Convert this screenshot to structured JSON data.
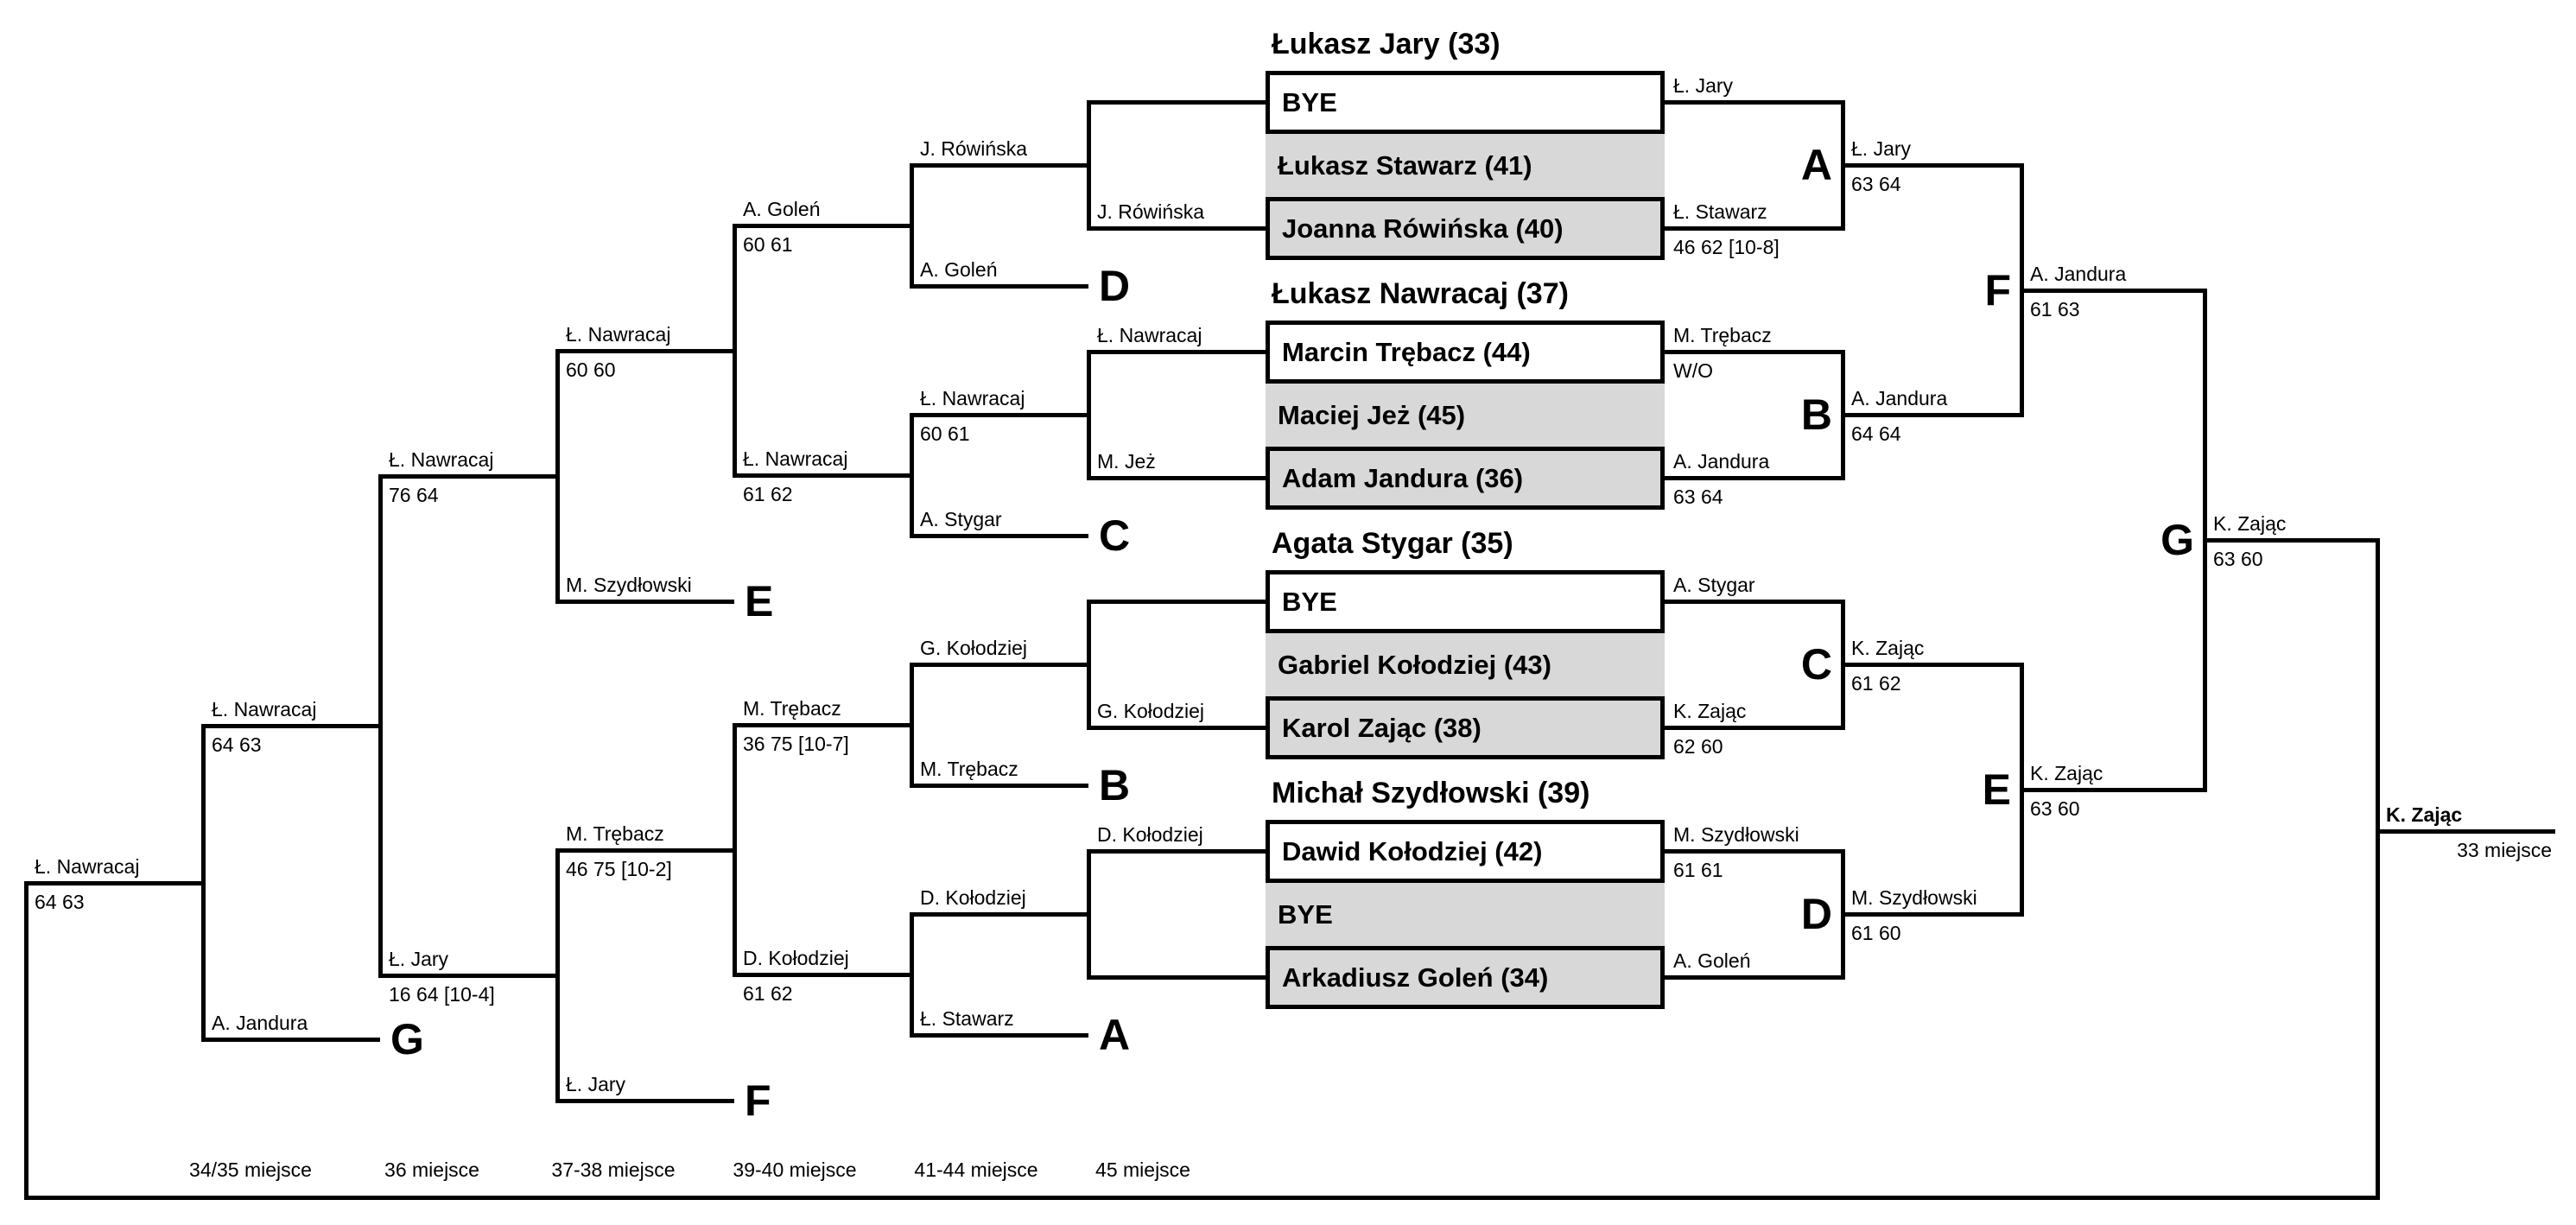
{
  "colors": {
    "line": "#000000",
    "box_gray": "#d8d8d8",
    "box_white": "#ffffff"
  },
  "groups": [
    {
      "header": "Łukasz Jary (33)",
      "rows": [
        {
          "text": "BYE",
          "gray": false,
          "bordered": true
        },
        {
          "text": "Łukasz Stawarz (41)",
          "gray": true,
          "bordered": false
        },
        {
          "text": "Joanna Rówińska (40)",
          "gray": true,
          "bordered": true
        }
      ]
    },
    {
      "header": "Łukasz Nawracaj (37)",
      "rows": [
        {
          "text": "Marcin Trębacz (44)",
          "gray": false,
          "bordered": true
        },
        {
          "text": "Maciej Jeż (45)",
          "gray": true,
          "bordered": false
        },
        {
          "text": "Adam Jandura (36)",
          "gray": true,
          "bordered": true
        }
      ]
    },
    {
      "header": "Agata Stygar (35)",
      "rows": [
        {
          "text": "BYE",
          "gray": false,
          "bordered": true
        },
        {
          "text": "Gabriel Kołodziej (43)",
          "gray": true,
          "bordered": false
        },
        {
          "text": "Karol Zając (38)",
          "gray": true,
          "bordered": true
        }
      ]
    },
    {
      "header": "Michał Szydłowski (39)",
      "rows": [
        {
          "text": "Dawid Kołodziej (42)",
          "gray": false,
          "bordered": true
        },
        {
          "text": "BYE",
          "gray": true,
          "bordered": false
        },
        {
          "text": "Arkadiusz Goleń (34)",
          "gray": true,
          "bordered": true
        }
      ]
    }
  ],
  "main_r1": [
    {
      "name": "Ł. Jary",
      "score": ""
    },
    {
      "name": "Ł. Stawarz",
      "score": "46 62 [10-8]"
    },
    {
      "name": "M. Trębacz",
      "score": "W/O"
    },
    {
      "name": "A. Jandura",
      "score": "63 64"
    },
    {
      "name": "A. Stygar",
      "score": ""
    },
    {
      "name": "K. Zając",
      "score": "62 60"
    },
    {
      "name": "M. Szydłowski",
      "score": "61 61"
    },
    {
      "name": "A. Goleń",
      "score": ""
    }
  ],
  "main_qf": [
    {
      "letter": "A",
      "name": "Ł. Jary",
      "score": "63 64"
    },
    {
      "letter": "B",
      "name": "A. Jandura",
      "score": "64 64"
    },
    {
      "letter": "C",
      "name": "K. Zając",
      "score": "61 62"
    },
    {
      "letter": "D",
      "name": "M. Szydłowski",
      "score": "61 60"
    }
  ],
  "main_sf": [
    {
      "letter": "F",
      "name": "A. Jandura",
      "score": "61 63"
    },
    {
      "letter": "E",
      "name": "K. Zając",
      "score": "63 60"
    }
  ],
  "main_final": {
    "letter": "G",
    "name": "K. Zając",
    "score": "63 60"
  },
  "place33": {
    "name": "K. Zając",
    "place": "33 miejsce"
  },
  "cons_drops": [
    {
      "name": ""
    },
    {
      "name": "J. Rówińska"
    },
    {
      "name": "Ł. Nawracaj"
    },
    {
      "name": "M. Jeż"
    },
    {
      "name": ""
    },
    {
      "name": "G. Kołodziej"
    },
    {
      "name": "D. Kołodziej"
    },
    {
      "name": ""
    }
  ],
  "cons_r1": [
    {
      "name": "J. Rówińska",
      "score": ""
    },
    {
      "name": "Ł. Nawracaj",
      "score": "60 61"
    },
    {
      "name": "G. Kołodziej",
      "score": ""
    },
    {
      "name": "D. Kołodziej",
      "score": ""
    }
  ],
  "cons_qf_entries": [
    {
      "letter": "D",
      "name": "A. Goleń"
    },
    {
      "letter": "C",
      "name": "A. Stygar"
    },
    {
      "letter": "B",
      "name": "M. Trębacz"
    },
    {
      "letter": "A",
      "name": "Ł. Stawarz"
    }
  ],
  "cons_qf": [
    {
      "name": "A. Goleń",
      "score": "60 61"
    },
    {
      "name": "Ł. Nawracaj",
      "score": "61 62"
    },
    {
      "name": "M. Trębacz",
      "score": "36 75 [10-7]"
    },
    {
      "name": "D. Kołodziej",
      "score": "61 62"
    }
  ],
  "cons_sf_entries": [
    {
      "letter": "E",
      "name": "M. Szydłowski"
    },
    {
      "letter": "F",
      "name": "Ł. Jary"
    }
  ],
  "cons_sf": [
    {
      "name": "Ł. Nawracaj",
      "score": "60 60"
    },
    {
      "name": "M. Trębacz",
      "score": "46 75 [10-2]"
    }
  ],
  "cons_r4": [
    {
      "name": "Ł. Nawracaj",
      "score": "76 64"
    },
    {
      "name": "Ł. Jary",
      "score": "16 64 [10-4]"
    }
  ],
  "cons_g_entry": {
    "letter": "G",
    "name": "A. Jandura"
  },
  "cons_r5": {
    "name": "Ł. Nawracaj",
    "score": "64 63"
  },
  "cons_final": {
    "name": "Ł. Nawracaj",
    "score": "64 63"
  },
  "places": [
    "34/35 miejsce",
    "36 miejsce",
    "37-38 miejsce",
    "39-40 miejsce",
    "41-44 miejsce",
    "45 miejsce"
  ]
}
